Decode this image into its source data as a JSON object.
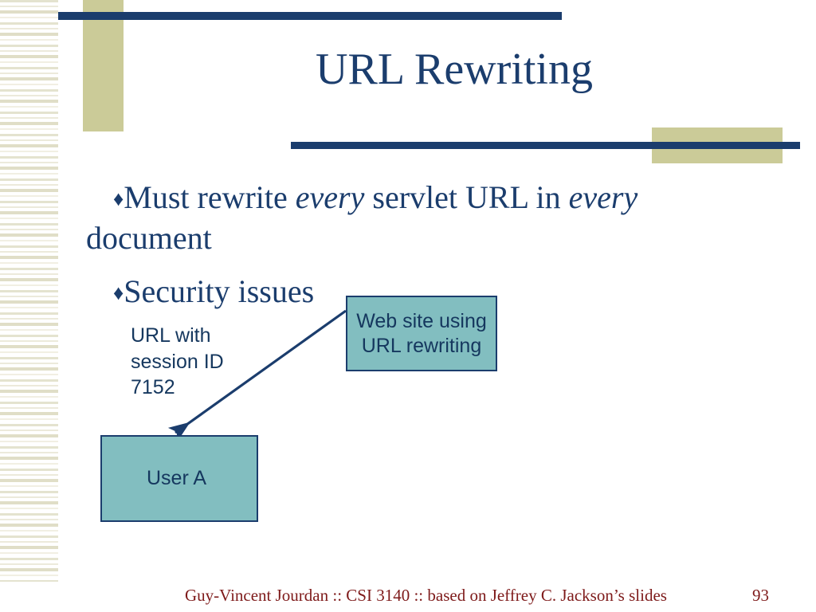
{
  "slide": {
    "title": "URL Rewriting",
    "bullets": [
      {
        "marker": "♦",
        "segments": [
          {
            "text": "Must rewrite ",
            "italic": false
          },
          {
            "text": "every",
            "italic": true
          },
          {
            "text": " servlet URL in ",
            "italic": false
          },
          {
            "text": "every",
            "italic": true
          },
          {
            "text": " document",
            "italic": false
          }
        ],
        "plain": "Must rewrite every servlet URL in every document"
      },
      {
        "marker": "♦",
        "segments": [
          {
            "text": "Security issues",
            "italic": false
          }
        ],
        "plain": "Security issues"
      }
    ]
  },
  "diagram": {
    "note": "URL with\nsession ID\n7152",
    "website_box": "Web site using\nURL rewriting",
    "user_box": "User A",
    "arrow_label": ""
  },
  "footer": {
    "credit": "Guy-Vincent Jourdan :: CSI 3140 :: based on Jeffrey C. Jackson’s slides",
    "page_number": "93"
  },
  "colors": {
    "navy": "#1b3d6d",
    "khaki": "#cbcb98",
    "teal": "#82bec0",
    "maroon": "#7e1a1a",
    "stripe": "#e4e3cf"
  }
}
